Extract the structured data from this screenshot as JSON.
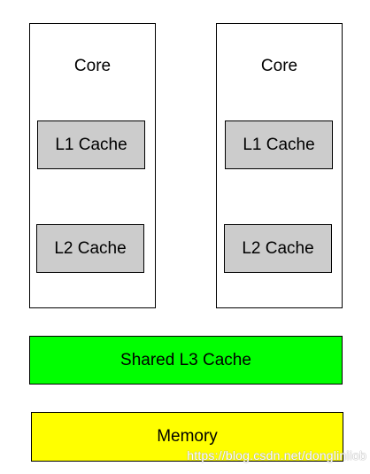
{
  "colors": {
    "cache_fill": "#cccccc",
    "l3_fill": "#00ff00",
    "memory_fill": "#ffff00",
    "border": "#000000",
    "background": "#ffffff"
  },
  "cores": [
    {
      "label": "Core",
      "l1": "L1 Cache",
      "l2": "L2 Cache"
    },
    {
      "label": "Core",
      "l1": "L1 Cache",
      "l2": "L2 Cache"
    }
  ],
  "shared_l3": "Shared L3 Cache",
  "memory": "Memory",
  "watermark": "https://blog.csdn.net/dongliniiob"
}
